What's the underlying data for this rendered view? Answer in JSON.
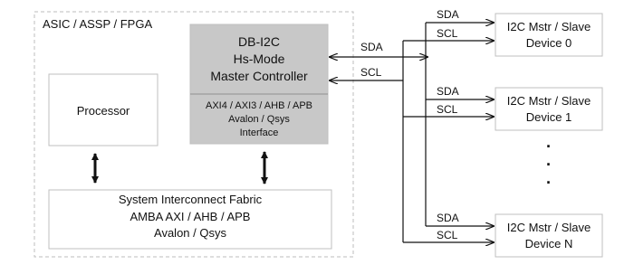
{
  "chip": {
    "label": "ASIC / ASSP / FPGA"
  },
  "controller": {
    "lines": [
      "DB-I2C",
      "Hs-Mode",
      "Master Controller"
    ],
    "interface_lines": [
      "AXI4 / AXI3 / AHB / APB",
      "Avalon / Qsys",
      "Interface"
    ]
  },
  "processor": {
    "label": "Processor"
  },
  "fabric": {
    "lines": [
      "System Interconnect Fabric",
      "AMBA AXI / AHB / APB",
      "Avalon / Qsys"
    ]
  },
  "bus": {
    "sda": "SDA",
    "scl": "SCL"
  },
  "devices": [
    {
      "lines": [
        "I2C Mstr / Slave",
        "Device 0"
      ],
      "sda": "SDA",
      "scl": "SCL"
    },
    {
      "lines": [
        "I2C Mstr / Slave",
        "Device 1"
      ],
      "sda": "SDA",
      "scl": "SCL"
    },
    {
      "lines": [
        "I2C Mstr / Slave",
        "Device N"
      ],
      "sda": "SDA",
      "scl": "SCL"
    }
  ],
  "ellipsis": [
    "·",
    "·",
    "·"
  ],
  "colors": {
    "controller_fill": "#c8c8c8",
    "box_stroke": "#bfbfbf",
    "line": "#111111",
    "dashed": "#bdbdbd"
  }
}
